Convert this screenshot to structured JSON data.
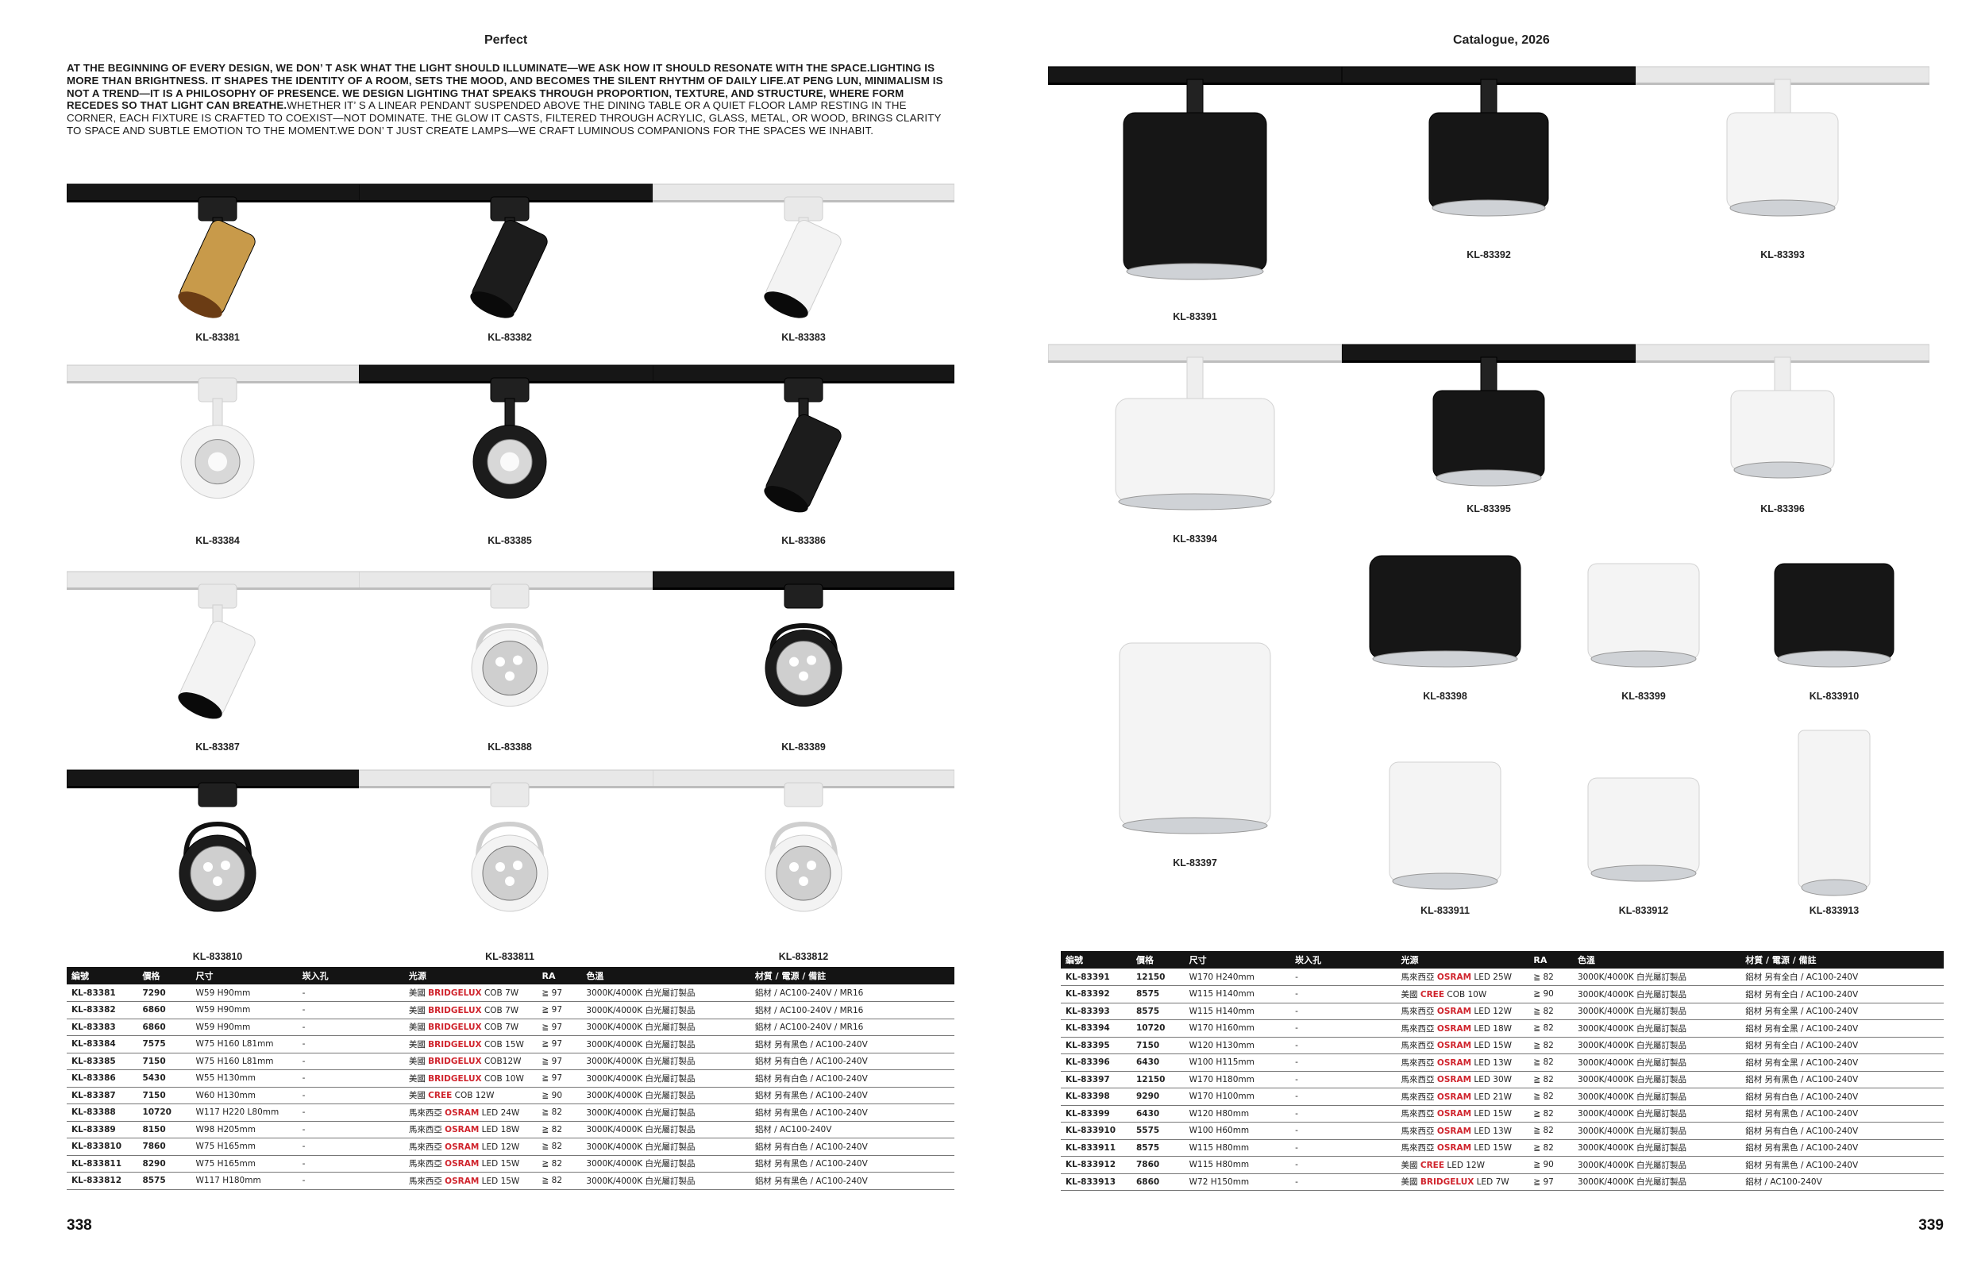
{
  "left_page": {
    "running_head": "Perfect",
    "intro_bold": "AT THE BEGINNING OF EVERY DESIGN, WE DON’ T ASK WHAT THE LIGHT SHOULD ILLUMINATE—WE ASK HOW IT SHOULD RESONATE WITH THE SPACE.LIGHTING IS MORE THAN BRIGHTNESS. IT SHAPES THE IDENTITY OF A ROOM, SETS THE MOOD, AND BECOMES THE SILENT RHYTHM OF DAILY LIFE.AT PENG LUN, MINIMALISM IS NOT A TREND—IT IS A PHILOSOPHY OF PRESENCE. WE DESIGN LIGHTING THAT SPEAKS THROUGH PROPORTION, TEXTURE, AND STRUCTURE, WHERE FORM RECEDES SO THAT LIGHT CAN BREATHE.",
    "intro_regular": "WHETHER IT’ S A LINEAR PENDANT SUSPENDED ABOVE THE DINING TABLE OR A QUIET FLOOR LAMP RESTING IN THE CORNER, EACH FIXTURE IS CRAFTED TO COEXIST—NOT DOMINATE. THE GLOW IT CASTS, FILTERED THROUGH ACRYLIC, GLASS, METAL, OR WOOD, BRINGS CLARITY TO SPACE AND SUBTLE EMOTION TO THE MOMENT.WE DON’ T JUST CREATE LAMPS—WE CRAFT LUMINOUS COMPANIONS FOR THE SPACES WE INHABIT.",
    "product_labels": [
      "KL-83381",
      "KL-83382",
      "KL-83383",
      "KL-83384",
      "KL-83385",
      "KL-83386",
      "KL-83387",
      "KL-83388",
      "KL-83389",
      "KL-833810",
      "KL-833811",
      "KL-833812"
    ],
    "table_headers": [
      "編號",
      "價格",
      "尺寸",
      "崁入孔",
      "光源",
      "RA",
      "色溫",
      "材質 / 電源 / 備註"
    ],
    "table_rows": [
      {
        "model": "KL-83381",
        "price": "7290",
        "size": "W59 H90mm",
        "cutout": "-",
        "src_pre": "美國",
        "brand": "BRIDGELUX",
        "src_post": "COB 7W",
        "ra": "≧ 97",
        "cct": "3000K/4000K 白光屬訂製品",
        "note": "鋁材 / AC100-240V / MR16"
      },
      {
        "model": "KL-83382",
        "price": "6860",
        "size": "W59 H90mm",
        "cutout": "-",
        "src_pre": "美國",
        "brand": "BRIDGELUX",
        "src_post": "COB 7W",
        "ra": "≧ 97",
        "cct": "3000K/4000K 白光屬訂製品",
        "note": "鋁材 / AC100-240V / MR16"
      },
      {
        "model": "KL-83383",
        "price": "6860",
        "size": "W59 H90mm",
        "cutout": "-",
        "src_pre": "美國",
        "brand": "BRIDGELUX",
        "src_post": "COB 7W",
        "ra": "≧ 97",
        "cct": "3000K/4000K 白光屬訂製品",
        "note": "鋁材 / AC100-240V / MR16"
      },
      {
        "model": "KL-83384",
        "price": "7575",
        "size": "W75 H160 L81mm",
        "cutout": "-",
        "src_pre": "美國",
        "brand": "BRIDGELUX",
        "src_post": "COB 15W",
        "ra": "≧ 97",
        "cct": "3000K/4000K 白光屬訂製品",
        "note": "鋁材 另有黑色 / AC100-240V"
      },
      {
        "model": "KL-83385",
        "price": "7150",
        "size": "W75 H160 L81mm",
        "cutout": "-",
        "src_pre": "美國",
        "brand": "BRIDGELUX",
        "src_post": "COB12W",
        "ra": "≧ 97",
        "cct": "3000K/4000K 白光屬訂製品",
        "note": "鋁材 另有白色 / AC100-240V"
      },
      {
        "model": "KL-83386",
        "price": "5430",
        "size": "W55 H130mm",
        "cutout": "-",
        "src_pre": "美國",
        "brand": "BRIDGELUX",
        "src_post": "COB 10W",
        "ra": "≧ 97",
        "cct": "3000K/4000K 白光屬訂製品",
        "note": "鋁材 另有白色 / AC100-240V"
      },
      {
        "model": "KL-83387",
        "price": "7150",
        "size": "W60 H130mm",
        "cutout": "-",
        "src_pre": "美國",
        "brand": "CREE",
        "src_post": "COB 12W",
        "ra": "≧ 90",
        "cct": "3000K/4000K 白光屬訂製品",
        "note": "鋁材 另有黑色 / AC100-240V"
      },
      {
        "model": "KL-83388",
        "price": "10720",
        "size": "W117 H220 L80mm",
        "cutout": "-",
        "src_pre": "馬來西亞",
        "brand": "OSRAM",
        "src_post": "LED 24W",
        "ra": "≧ 82",
        "cct": "3000K/4000K 白光屬訂製品",
        "note": "鋁材 另有黑色 / AC100-240V"
      },
      {
        "model": "KL-83389",
        "price": "8150",
        "size": "W98 H205mm",
        "cutout": "-",
        "src_pre": "馬來西亞",
        "brand": "OSRAM",
        "src_post": "LED 18W",
        "ra": "≧ 82",
        "cct": "3000K/4000K 白光屬訂製品",
        "note": "鋁材 / AC100-240V"
      },
      {
        "model": "KL-833810",
        "price": "7860",
        "size": "W75 H165mm",
        "cutout": "-",
        "src_pre": "馬來西亞",
        "brand": "OSRAM",
        "src_post": "LED 12W",
        "ra": "≧ 82",
        "cct": "3000K/4000K 白光屬訂製品",
        "note": "鋁材 另有白色 / AC100-240V"
      },
      {
        "model": "KL-833811",
        "price": "8290",
        "size": "W75 H165mm",
        "cutout": "-",
        "src_pre": "馬來西亞",
        "brand": "OSRAM",
        "src_post": "LED 15W",
        "ra": "≧ 82",
        "cct": "3000K/4000K 白光屬訂製品",
        "note": "鋁材 另有黑色 / AC100-240V"
      },
      {
        "model": "KL-833812",
        "price": "8575",
        "size": "W117 H180mm",
        "cutout": "-",
        "src_pre": "馬來西亞",
        "brand": "OSRAM",
        "src_post": "LED 15W",
        "ra": "≧ 82",
        "cct": "3000K/4000K 白光屬訂製品",
        "note": "鋁材 另有黑色 / AC100-240V"
      }
    ],
    "page_number": "338"
  },
  "right_page": {
    "running_head": "Catalogue, 2026",
    "product_labels": [
      "KL-83391",
      "KL-83392",
      "KL-83393",
      "KL-83394",
      "KL-83395",
      "KL-83396",
      "KL-83397",
      "KL-83398",
      "KL-83399",
      "KL-833910",
      "KL-833911",
      "KL-833912",
      "KL-833913"
    ],
    "table_headers": [
      "編號",
      "價格",
      "尺寸",
      "崁入孔",
      "光源",
      "RA",
      "色溫",
      "材質 / 電源 / 備註"
    ],
    "table_rows": [
      {
        "model": "KL-83391",
        "price": "12150",
        "size": "W170 H240mm",
        "cutout": "-",
        "src_pre": "馬來西亞",
        "brand": "OSRAM",
        "src_post": "LED 25W",
        "ra": "≧ 82",
        "cct": "3000K/4000K 白光屬訂製品",
        "note": "鋁材 另有全白 / AC100-240V"
      },
      {
        "model": "KL-83392",
        "price": "8575",
        "size": "W115 H140mm",
        "cutout": "-",
        "src_pre": "美國",
        "brand": "CREE",
        "src_post": "COB 10W",
        "ra": "≧ 90",
        "cct": "3000K/4000K 白光屬訂製品",
        "note": "鋁材 另有全白 / AC100-240V"
      },
      {
        "model": "KL-83393",
        "price": "8575",
        "size": "W115 H140mm",
        "cutout": "-",
        "src_pre": "馬來西亞",
        "brand": "OSRAM",
        "src_post": "LED 12W",
        "ra": "≧ 82",
        "cct": "3000K/4000K 白光屬訂製品",
        "note": "鋁材 另有全黑 / AC100-240V"
      },
      {
        "model": "KL-83394",
        "price": "10720",
        "size": "W170 H160mm",
        "cutout": "-",
        "src_pre": "馬來西亞",
        "brand": "OSRAM",
        "src_post": "LED 18W",
        "ra": "≧ 82",
        "cct": "3000K/4000K 白光屬訂製品",
        "note": "鋁材 另有全黑 / AC100-240V"
      },
      {
        "model": "KL-83395",
        "price": "7150",
        "size": "W120 H130mm",
        "cutout": "-",
        "src_pre": "馬來西亞",
        "brand": "OSRAM",
        "src_post": "LED 15W",
        "ra": "≧ 82",
        "cct": "3000K/4000K 白光屬訂製品",
        "note": "鋁材 另有全白 / AC100-240V"
      },
      {
        "model": "KL-83396",
        "price": "6430",
        "size": "W100 H115mm",
        "cutout": "-",
        "src_pre": "馬來西亞",
        "brand": "OSRAM",
        "src_post": "LED 13W",
        "ra": "≧ 82",
        "cct": "3000K/4000K 白光屬訂製品",
        "note": "鋁材 另有全黑 / AC100-240V"
      },
      {
        "model": "KL-83397",
        "price": "12150",
        "size": "W170 H180mm",
        "cutout": "-",
        "src_pre": "馬來西亞",
        "brand": "OSRAM",
        "src_post": "LED 30W",
        "ra": "≧ 82",
        "cct": "3000K/4000K 白光屬訂製品",
        "note": "鋁材 另有黑色 / AC100-240V"
      },
      {
        "model": "KL-83398",
        "price": "9290",
        "size": "W170 H100mm",
        "cutout": "-",
        "src_pre": "馬來西亞",
        "brand": "OSRAM",
        "src_post": "LED 21W",
        "ra": "≧ 82",
        "cct": "3000K/4000K 白光屬訂製品",
        "note": "鋁材 另有白色 / AC100-240V"
      },
      {
        "model": "KL-83399",
        "price": "6430",
        "size": "W120 H80mm",
        "cutout": "-",
        "src_pre": "馬來西亞",
        "brand": "OSRAM",
        "src_post": "LED 15W",
        "ra": "≧ 82",
        "cct": "3000K/4000K 白光屬訂製品",
        "note": "鋁材 另有黑色 / AC100-240V"
      },
      {
        "model": "KL-833910",
        "price": "5575",
        "size": "W100 H60mm",
        "cutout": "-",
        "src_pre": "馬來西亞",
        "brand": "OSRAM",
        "src_post": "LED 13W",
        "ra": "≧ 82",
        "cct": "3000K/4000K 白光屬訂製品",
        "note": "鋁材 另有白色 / AC100-240V"
      },
      {
        "model": "KL-833911",
        "price": "8575",
        "size": "W115 H80mm",
        "cutout": "-",
        "src_pre": "馬來西亞",
        "brand": "OSRAM",
        "src_post": "LED 15W",
        "ra": "≧ 82",
        "cct": "3000K/4000K 白光屬訂製品",
        "note": "鋁材 另有黑色 / AC100-240V"
      },
      {
        "model": "KL-833912",
        "price": "7860",
        "size": "W115 H80mm",
        "cutout": "-",
        "src_pre": "美國",
        "brand": "CREE",
        "src_post": "LED 12W",
        "ra": "≧ 90",
        "cct": "3000K/4000K 白光屬訂製品",
        "note": "鋁材 另有黑色 / AC100-240V"
      },
      {
        "model": "KL-833913",
        "price": "6860",
        "size": "W72 H150mm",
        "cutout": "-",
        "src_pre": "美國",
        "brand": "BRIDGELUX",
        "src_post": "LED 7W",
        "ra": "≧ 97",
        "cct": "3000K/4000K 白光屬訂製品",
        "note": "鋁材 / AC100-240V"
      }
    ],
    "page_number": "339"
  },
  "colors": {
    "brand_red": "#d0242d",
    "header_black": "#141414",
    "track_black": "#161616",
    "track_white": "#e8e8e8",
    "gold": "#c89a4a"
  }
}
